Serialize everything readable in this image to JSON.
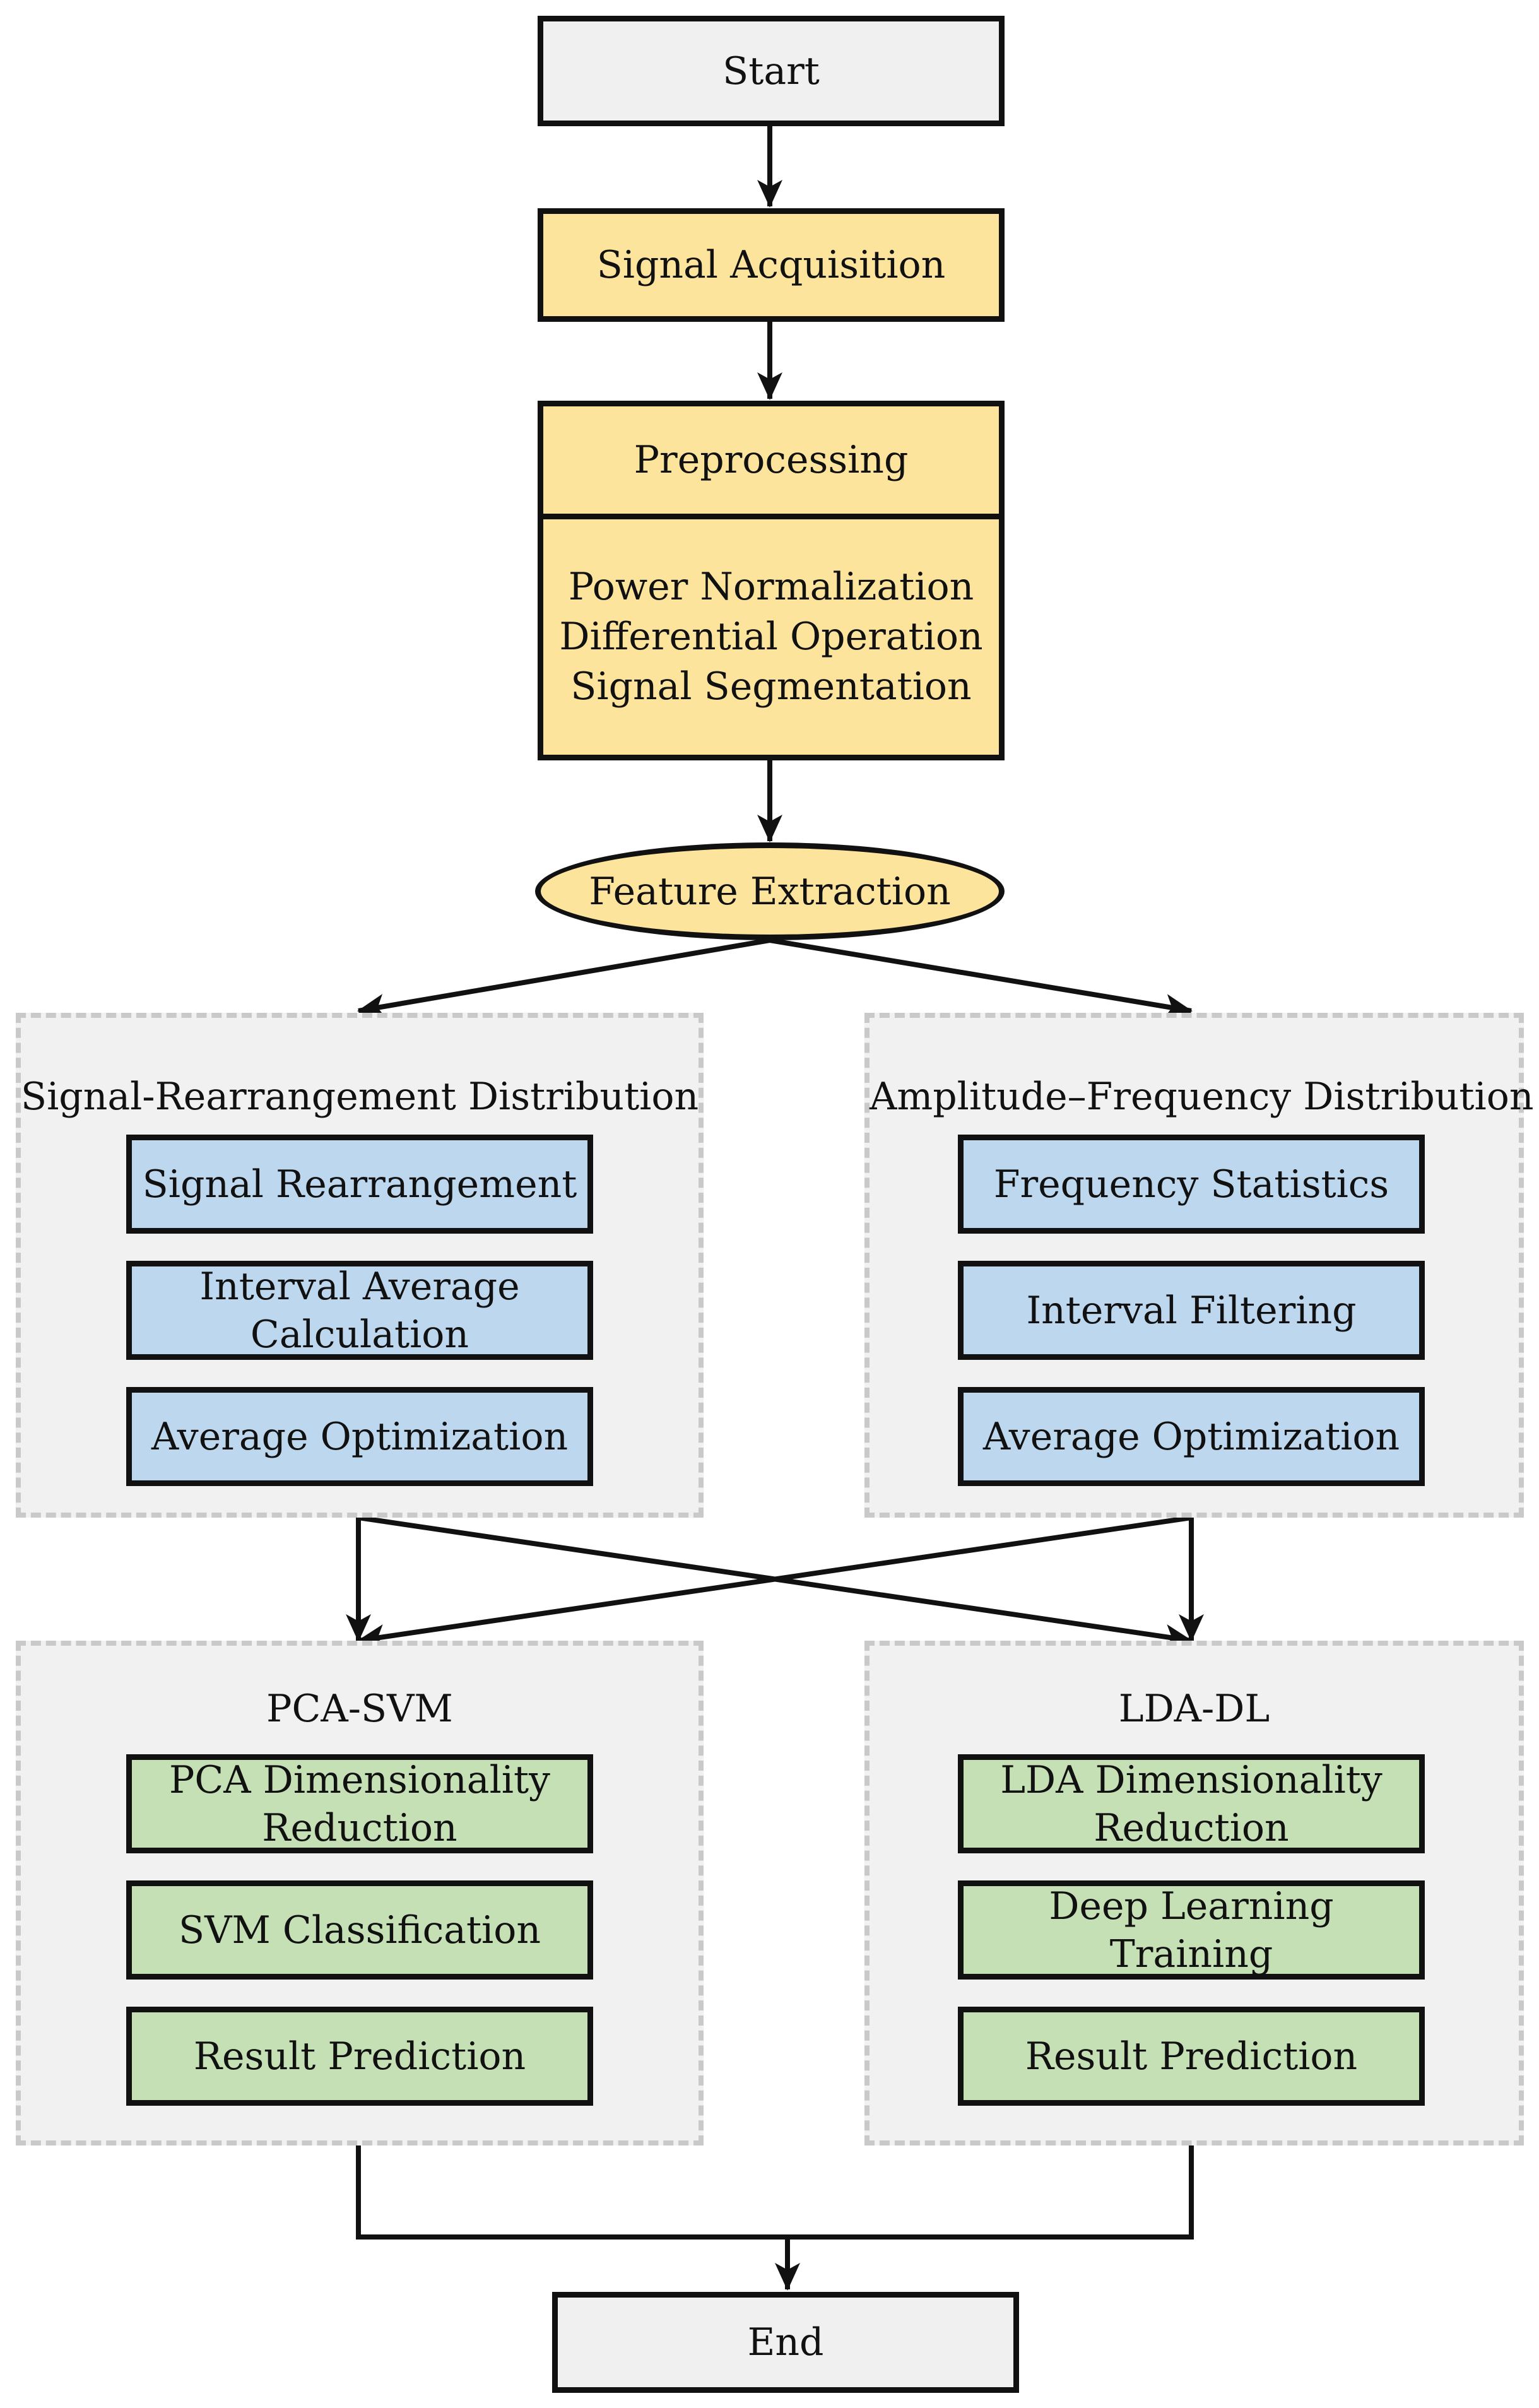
{
  "start": "Start",
  "acquisition": "Signal Acquisition",
  "preprocessing": {
    "title": "Preprocessing",
    "steps": [
      "Power Normalization",
      "Differential Operation",
      "Signal Segmentation"
    ]
  },
  "feature_extraction": "Feature Extraction",
  "srd": {
    "title": "Signal-Rearrangement Distribution",
    "steps": [
      [
        "Signal Rearrangement"
      ],
      [
        "Interval Average",
        "Calculation"
      ],
      [
        "Average Optimization"
      ]
    ]
  },
  "afd": {
    "title": "Amplitude–Frequency Distribution",
    "steps": [
      [
        "Frequency Statistics"
      ],
      [
        "Interval Filtering"
      ],
      [
        "Average Optimization"
      ]
    ]
  },
  "pca_svm": {
    "title": "PCA-SVM",
    "steps": [
      [
        "PCA Dimensionality",
        "Reduction"
      ],
      [
        "SVM Classification"
      ],
      [
        "Result Prediction"
      ]
    ]
  },
  "lda_dl": {
    "title": "LDA-DL",
    "steps": [
      [
        "LDA Dimensionality",
        "Reduction"
      ],
      [
        "Deep Learning",
        "Training"
      ],
      [
        "Result Prediction"
      ]
    ]
  },
  "end": "End",
  "colors": {
    "terminal": "#f0f0f0",
    "preprocessing": "#fde49c",
    "feature_methods": "#bdd7ee",
    "classifiers": "#c5e0b4",
    "group_background": "#f1f1f1",
    "group_border": "#c9c9c9"
  }
}
